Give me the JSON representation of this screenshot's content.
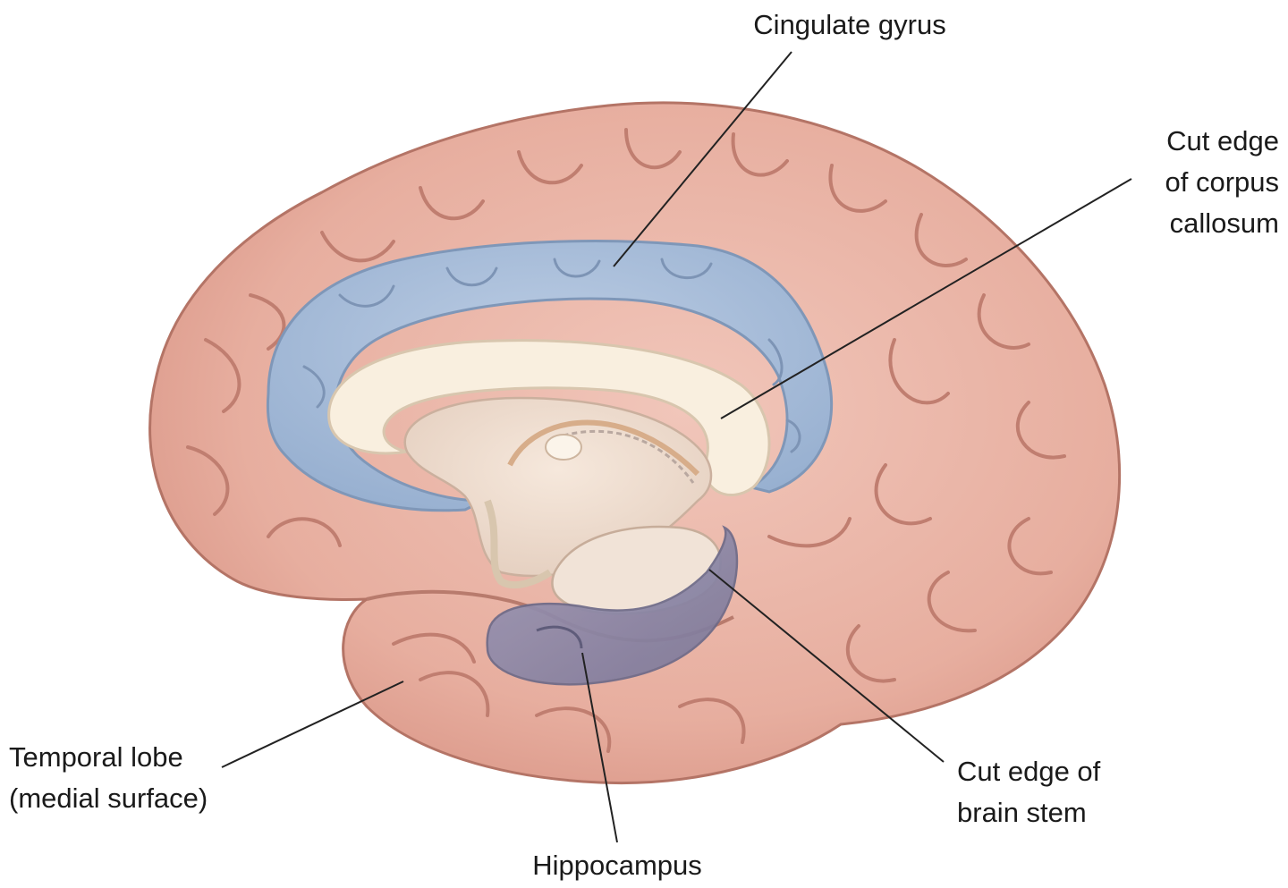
{
  "labels": {
    "cingulate_gyrus": [
      "Cingulate gyrus"
    ],
    "corpus_callosum": [
      "Cut edge",
      "of corpus",
      "callosum"
    ],
    "temporal_lobe": [
      "Temporal lobe",
      "(medial surface)"
    ],
    "hippocampus": [
      "Hippocampus"
    ],
    "brain_stem": [
      "Cut edge of",
      "brain stem"
    ]
  },
  "colors": {
    "cortex": "#e9b4a7",
    "cortex_shadow": "#c98576",
    "cingulate": "#aac0dc",
    "corpus_callosum": "#f9efdf",
    "hippocampus": "#8e8aa8",
    "leader_line": "#222222"
  }
}
